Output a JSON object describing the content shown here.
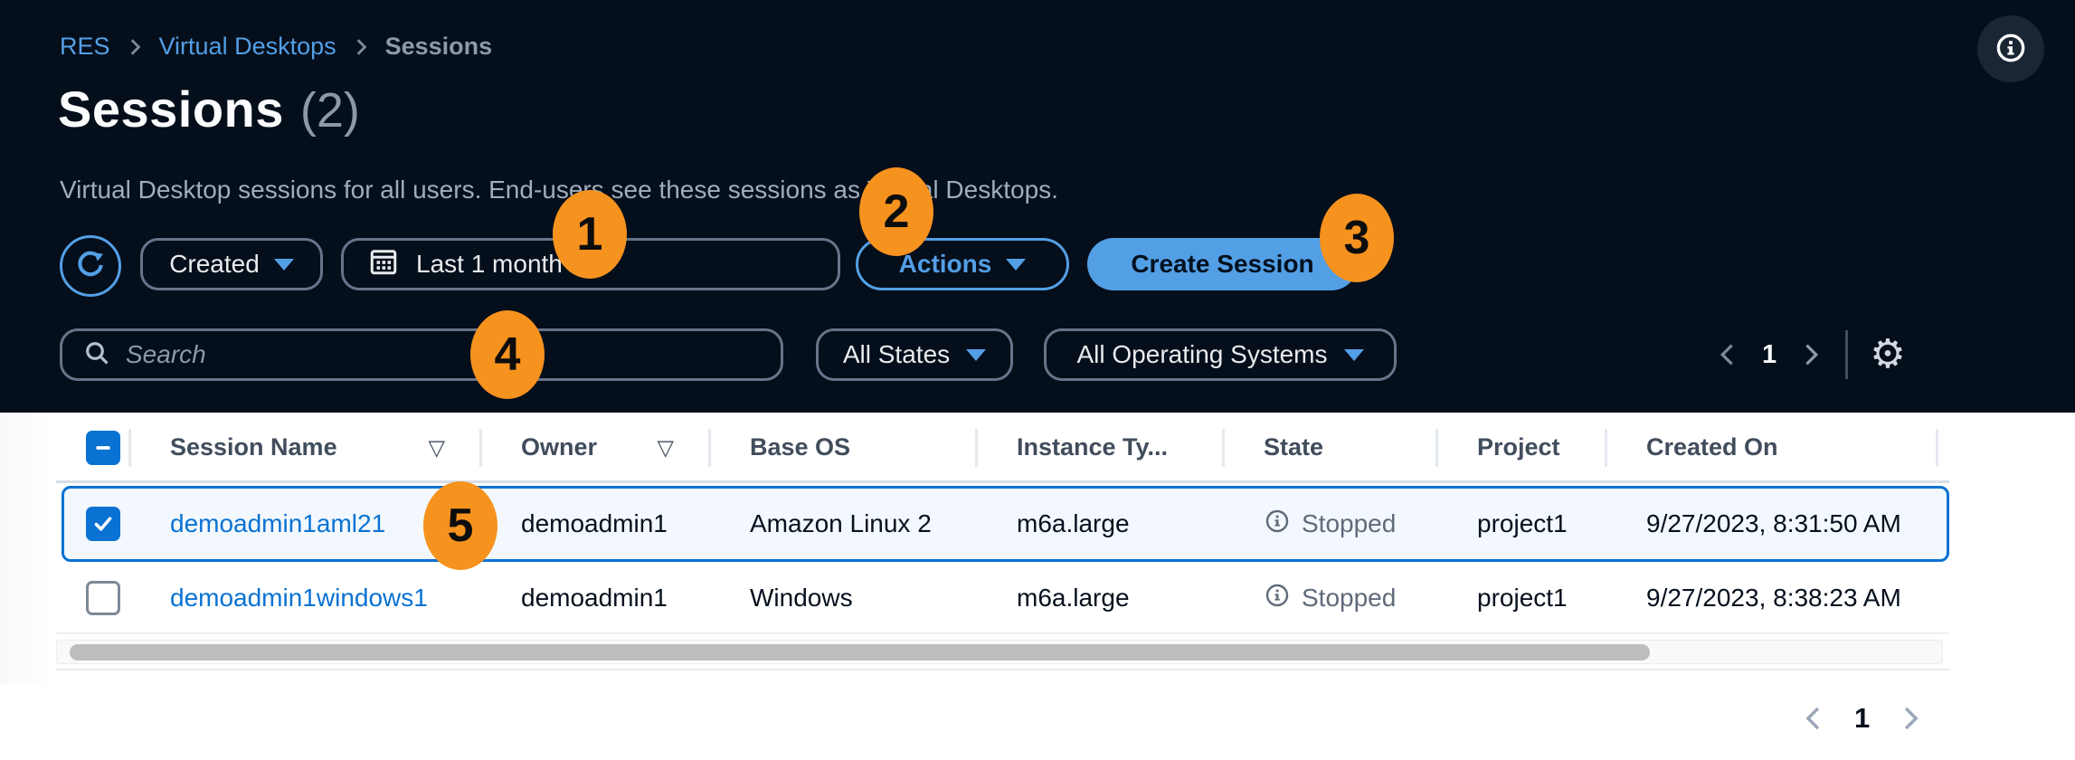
{
  "breadcrumb": {
    "items": [
      "RES",
      "Virtual Desktops",
      "Sessions"
    ]
  },
  "header": {
    "title": "Sessions",
    "count": "(2)",
    "description": "Virtual Desktop sessions for all users. End-users see these sessions as Virtual Desktops."
  },
  "toolbar": {
    "sort_field_label": "Created",
    "date_range_value": "Last 1 month",
    "actions_label": "Actions",
    "create_session_label": "Create Session"
  },
  "filters": {
    "search_placeholder": "Search",
    "states_label": "All States",
    "os_label": "All Operating Systems"
  },
  "pagination": {
    "top_page": "1",
    "bottom_page": "1"
  },
  "table": {
    "columns": [
      {
        "label": "Session Name",
        "sortable": true
      },
      {
        "label": "Owner",
        "sortable": true
      },
      {
        "label": "Base OS",
        "sortable": false
      },
      {
        "label": "Instance Ty...",
        "sortable": false
      },
      {
        "label": "State",
        "sortable": false
      },
      {
        "label": "Project",
        "sortable": false
      },
      {
        "label": "Created On",
        "sortable": false
      }
    ],
    "rows": [
      {
        "selected": true,
        "session_name": "demoadmin1aml21",
        "owner": "demoadmin1",
        "base_os": "Amazon Linux 2",
        "instance_type": "m6a.large",
        "state": "Stopped",
        "project": "project1",
        "created_on": "9/27/2023, 8:31:50 AM"
      },
      {
        "selected": false,
        "session_name": "demoadmin1windows1",
        "owner": "demoadmin1",
        "base_os": "Windows",
        "instance_type": "m6a.large",
        "state": "Stopped",
        "project": "project1",
        "created_on": "9/27/2023, 8:38:23 AM"
      }
    ]
  },
  "callouts": [
    "1",
    "2",
    "3",
    "4",
    "5"
  ],
  "icons": {
    "sort": "▽",
    "gear": "⚙"
  },
  "colors": {
    "dark_bg": "#050E1B",
    "accent_blue": "#539FE5",
    "link_blue": "#0972D3",
    "selected_row_bg": "#F2F8FD",
    "selected_row_border": "#0972D3",
    "badge_orange": "#F6921E",
    "state_text_gray": "#5F6B7A",
    "header_text": "#414D5C"
  }
}
